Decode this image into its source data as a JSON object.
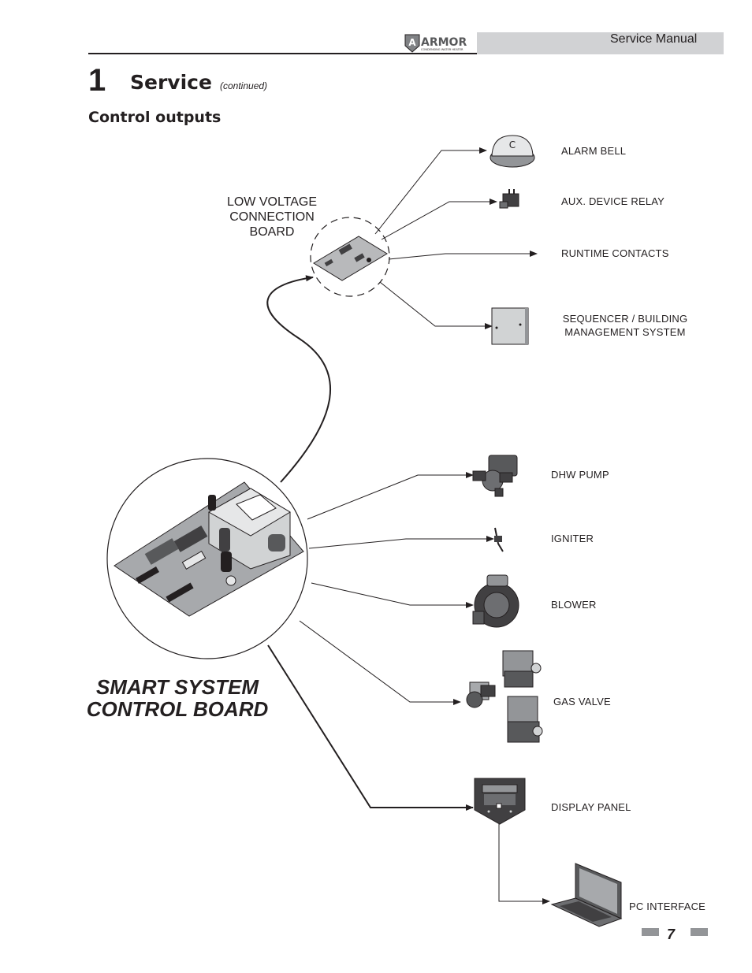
{
  "header": {
    "manual_title": "Service Manual",
    "logo_text": "ARMOR",
    "logo_tagline": "CONDENSING WATER HEATER"
  },
  "page": {
    "chapter_number": "1",
    "section_title": "Service",
    "continued_note": "(continued)",
    "subsection_title": "Control outputs",
    "page_number": "7"
  },
  "diagram": {
    "low_voltage_board_label": "LOW VOLTAGE\nCONNECTION\nBOARD",
    "main_board_label": "SMART SYSTEM\nCONTROL BOARD",
    "outputs": {
      "alarm_bell": "ALARM BELL",
      "aux_device_relay": "AUX. DEVICE RELAY",
      "runtime_contacts": "RUNTIME CONTACTS",
      "sequencer": "SEQUENCER / BUILDING\nMANAGEMENT SYSTEM",
      "dhw_pump": "DHW PUMP",
      "igniter": "IGNITER",
      "blower": "BLOWER",
      "gas_valve": "GAS VALVE",
      "display_panel": "DISPLAY PANEL",
      "pc_interface": "PC INTERFACE"
    }
  }
}
